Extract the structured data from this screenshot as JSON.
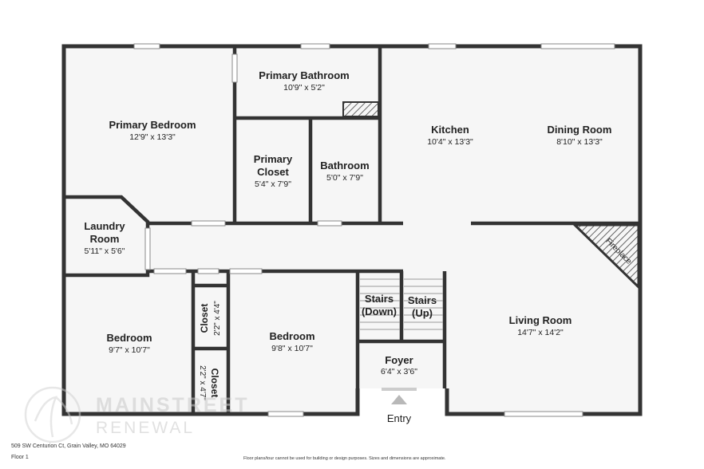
{
  "plan": {
    "rooms": {
      "primary_bedroom": {
        "name": "Primary Bedroom",
        "dim": "12'9\" x 13'3\""
      },
      "primary_bathroom": {
        "name": "Primary Bathroom",
        "dim": "10'9\" x 5'2\""
      },
      "primary_closet": {
        "name_line1": "Primary",
        "name_line2": "Closet",
        "dim": "5'4\" x 7'9\""
      },
      "bathroom": {
        "name": "Bathroom",
        "dim": "5'0\" x 7'9\""
      },
      "kitchen": {
        "name": "Kitchen",
        "dim": "10'4\" x 13'3\""
      },
      "dining_room": {
        "name": "Dining Room",
        "dim": "8'10\" x 13'3\""
      },
      "laundry_room": {
        "name_line1": "Laundry",
        "name_line2": "Room",
        "dim": "5'11\" x 5'6\""
      },
      "fireplace": {
        "name": "Fireplace"
      },
      "stairs_down": {
        "name_line1": "Stairs",
        "name_line2": "(Down)"
      },
      "stairs_up": {
        "name_line1": "Stairs",
        "name_line2": "(Up)"
      },
      "closet_1": {
        "name": "Closet",
        "dim": "2'2\" x 4'4\""
      },
      "closet_2": {
        "name": "Closet",
        "dim": "2'2\" x 4'7\""
      },
      "bedroom_1": {
        "name": "Bedroom",
        "dim": "9'7\" x 10'7\""
      },
      "bedroom_2": {
        "name": "Bedroom",
        "dim": "9'8\" x 10'7\""
      },
      "living_room": {
        "name": "Living Room",
        "dim": "14'7\" x 14'2\""
      },
      "foyer": {
        "name": "Foyer",
        "dim": "6'4\" x 3'6\""
      }
    },
    "entry_label": "Entry"
  },
  "watermark": {
    "line1": "MAINSTREET",
    "line2": "RENEWAL"
  },
  "footer": {
    "address": "509 SW Centurion Ct, Grain Valley, MO 64029",
    "floor": "Floor 1",
    "disclaimer": "Floor plans/tour cannot be used for building or design purposes. Sizes and dimensions are approximate."
  },
  "colors": {
    "wall": "#333333",
    "floor": "#f6f6f6",
    "hatch": "#444444"
  }
}
